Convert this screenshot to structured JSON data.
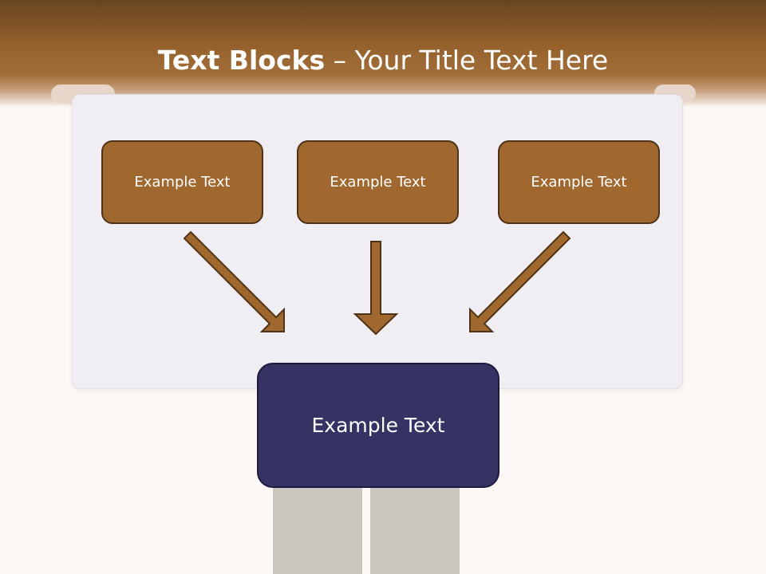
{
  "slide": {
    "title_bold": "Text Blocks",
    "title_dash": " – ",
    "title_rest": "Your Title Text Here"
  },
  "blocks": [
    {
      "label": "Example Text"
    },
    {
      "label": "Example Text"
    },
    {
      "label": "Example Text"
    }
  ],
  "target": {
    "label": "Example Text"
  },
  "colors": {
    "header": "#93602c",
    "block_fill": "#a0682f",
    "block_border": "#4f3317",
    "target_fill": "#353264",
    "board": "#f0eef3"
  }
}
